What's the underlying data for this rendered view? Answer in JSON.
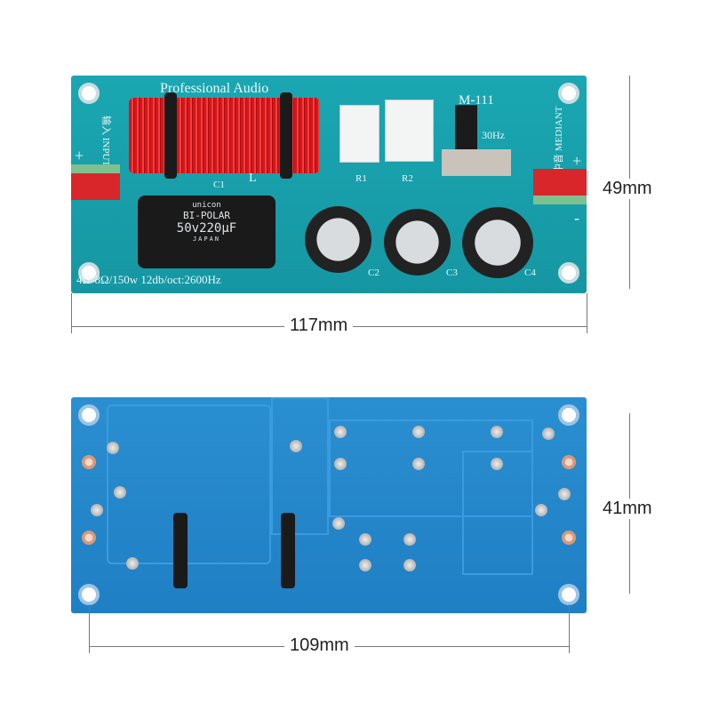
{
  "top_board": {
    "title": "Professional Audio",
    "model": "M-111",
    "freq_label": "30Hz",
    "input_en": "INPUT",
    "input_cn": "输入",
    "mid_cn": "中音",
    "mid_en": "MEDIANT",
    "plus": "+",
    "minus": "-",
    "inductor": "L",
    "r1": "R1",
    "r2": "R2",
    "c1": "C1",
    "c2": "C2",
    "c3": "C3",
    "c4": "C4",
    "spec": "4Ω-8Ω/150w 12db/oct:2600Hz",
    "cap_brand": "unicon",
    "cap_type": "BI-POLAR",
    "cap_value": "50v220μF",
    "cap_origin": "JAPAN"
  },
  "dimensions": {
    "top_width": "117mm",
    "top_height": "49mm",
    "bottom_width": "109mm",
    "bottom_height": "41mm"
  }
}
